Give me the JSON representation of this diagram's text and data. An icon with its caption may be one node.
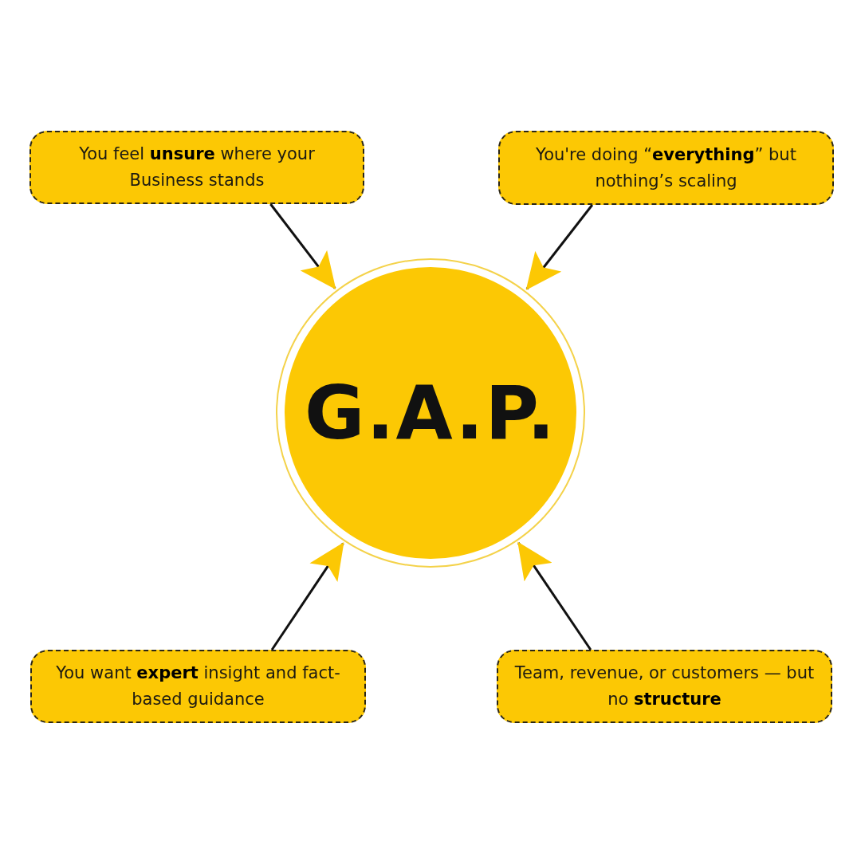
{
  "diagram": {
    "nodes": [
      {
        "text": [
          "You feel **unsure** where your Business stands"
        ]
      },
      {
        "text": [
          "You're doing “**everything**” but nothing’s scaling"
        ]
      },
      {
        "text": [
          "G.A.P."
        ]
      },
      {
        "text": [
          "You want **expert** insight and fact-based guidance"
        ]
      },
      {
        "text": [
          "Team, revenue, or customers — but no **structure**"
        ]
      }
    ],
    "edges": [
      {
        "from": 0,
        "to": 2,
        "arrow": "to"
      },
      {
        "from": 1,
        "to": 2,
        "arrow": "to"
      },
      {
        "from": 3,
        "to": 2,
        "arrow": "to"
      },
      {
        "from": 4,
        "to": 2,
        "arrow": "to"
      }
    ]
  }
}
